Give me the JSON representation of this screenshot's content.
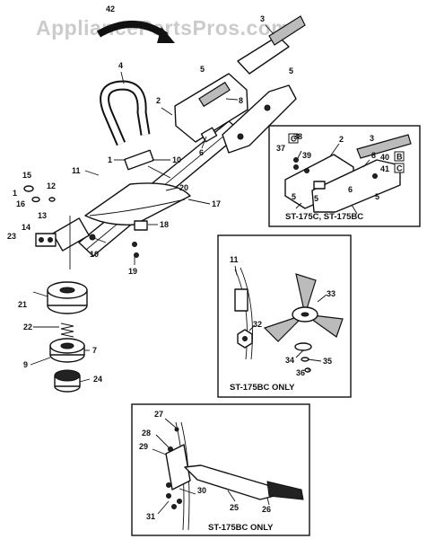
{
  "watermark": "AppliancePartsPros.com",
  "captions": {
    "panel_top_right": "ST-175C, ST-175BC",
    "panel_mid_right": "ST-175BC ONLY",
    "panel_bottom": "ST-175BC ONLY"
  },
  "callouts_main": {
    "c42": "42",
    "c3": "3",
    "c4": "4",
    "c5a": "5",
    "c5b": "5",
    "c2": "2",
    "c8": "8",
    "c6": "6",
    "c1a": "1",
    "c10a": "10",
    "c11": "11",
    "c20": "20",
    "c15": "15",
    "c12": "12",
    "c1b": "1",
    "c16": "16",
    "c13": "13",
    "c17": "17",
    "c14": "14",
    "c18": "18",
    "c23": "23",
    "c10b": "10",
    "c19": "19",
    "c21": "21",
    "c22": "22",
    "c7": "7",
    "c9": "9",
    "c24": "24"
  },
  "callouts_top_right": {
    "c38": "38",
    "c37": "37",
    "c39": "39",
    "c2": "2",
    "c3": "3",
    "c40": "40",
    "c8": "8",
    "c41": "41",
    "c5a": "5",
    "c5b": "5",
    "c6": "6",
    "c5c": "5"
  },
  "boxed_letters": {
    "bC1": "C",
    "bB": "B",
    "bC2": "C"
  },
  "callouts_mid_right": {
    "c11": "11",
    "c33": "33",
    "c32": "32",
    "c34": "34",
    "c35": "35",
    "c36": "36"
  },
  "callouts_bottom": {
    "c27": "27",
    "c28": "28",
    "c29": "29",
    "c30": "30",
    "c25": "25",
    "c26": "26",
    "c31": "31"
  }
}
